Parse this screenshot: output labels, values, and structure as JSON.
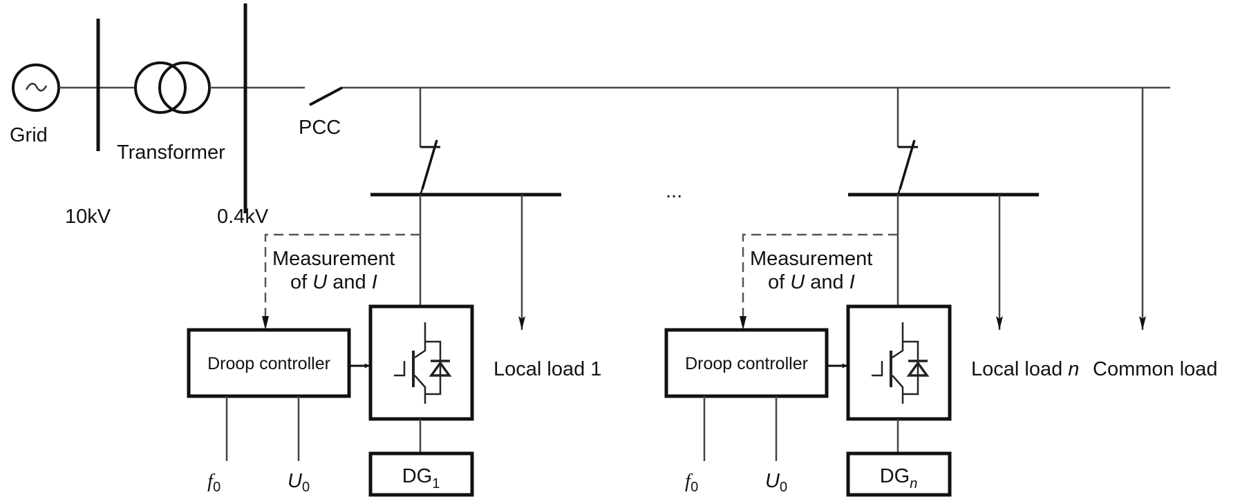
{
  "grid_label": "Grid",
  "transformer_label": "Transformer",
  "pcc_label": "PCC",
  "voltage_hv": "10kV",
  "voltage_lv": "0.4kV",
  "ellipsis": "...",
  "common_load_label": "Common load",
  "branches": [
    {
      "measurement_line1": "Measurement",
      "measurement_of": "of ",
      "measurement_u": "U",
      "measurement_and": " and ",
      "measurement_i": "I",
      "controller_label": "Droop controller",
      "local_load_label": "Local load ",
      "local_load_index": "1",
      "dg_label": "DG",
      "dg_index": "1",
      "f0_symbol": "f",
      "f0_sub": "0",
      "u0_symbol": "U",
      "u0_sub": "0"
    },
    {
      "measurement_line1": "Measurement",
      "measurement_of": "of ",
      "measurement_u": "U",
      "measurement_and": " and ",
      "measurement_i": "I",
      "controller_label": "Droop controller",
      "local_load_label": "Local load ",
      "local_load_index": "n",
      "dg_label": "DG",
      "dg_index": "n",
      "f0_symbol": "f",
      "f0_sub": "0",
      "u0_symbol": "U",
      "u0_sub": "0"
    }
  ]
}
